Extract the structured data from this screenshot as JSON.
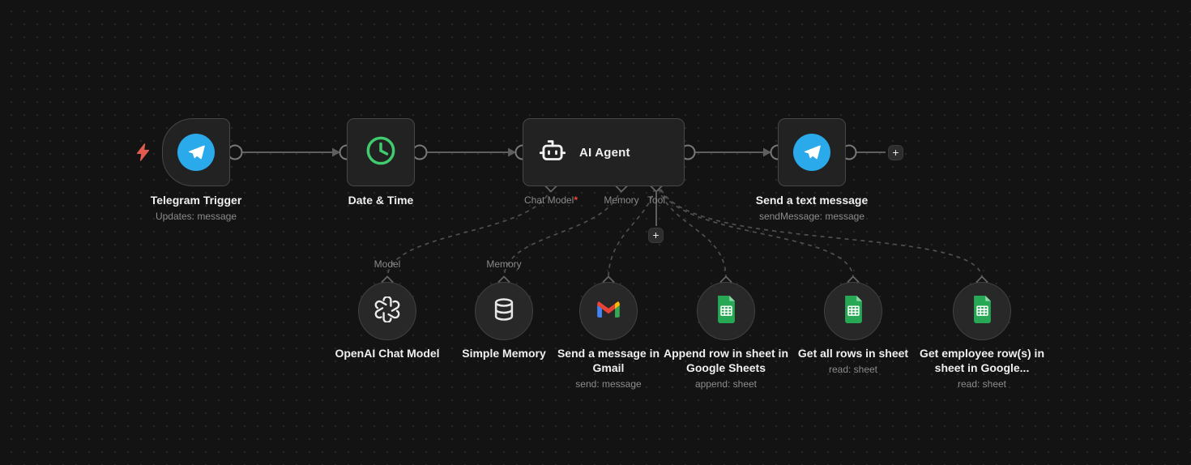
{
  "canvas": {
    "add_button_glyph": "+"
  },
  "nodes": {
    "telegram_trigger": {
      "label": "Telegram Trigger",
      "sublabel": "Updates: message",
      "icon": "telegram-icon"
    },
    "date_time": {
      "label": "Date & Time",
      "icon": "clock-icon"
    },
    "ai_agent": {
      "label": "AI Agent",
      "icon": "robot-icon",
      "ports": {
        "chat_model": {
          "label": "Chat Model",
          "required_marker": "*"
        },
        "memory": {
          "label": "Memory"
        },
        "tool": {
          "label": "Tool"
        }
      }
    },
    "send_text_message": {
      "label": "Send a text message",
      "sublabel": "sendMessage: message",
      "icon": "telegram-icon"
    },
    "openai_chat_model": {
      "label": "OpenAI Chat Model",
      "port_label": "Model",
      "icon": "openai-icon"
    },
    "simple_memory": {
      "label": "Simple Memory",
      "port_label": "Memory",
      "icon": "database-icon"
    },
    "gmail_send_message": {
      "label": "Send a message in Gmail",
      "sublabel": "send: message",
      "icon": "gmail-icon"
    },
    "sheets_append_row": {
      "label": "Append row in sheet in Google Sheets",
      "sublabel": "append: sheet",
      "icon": "google-sheets-icon"
    },
    "sheets_get_all_rows": {
      "label": "Get all rows in sheet",
      "sublabel": "read: sheet",
      "icon": "google-sheets-icon"
    },
    "sheets_get_employee_rows": {
      "label": "Get employee row(s) in sheet in Google...",
      "sublabel": "read: sheet",
      "icon": "google-sheets-icon"
    }
  },
  "colors": {
    "telegram_blue": "#2AA9EB",
    "clock_green": "#3FCB6E",
    "sheets_green": "#26A855",
    "gmail_red": "#EA4335",
    "required_red": "#EF4937",
    "trigger_bolt": "#DF5C4E"
  }
}
